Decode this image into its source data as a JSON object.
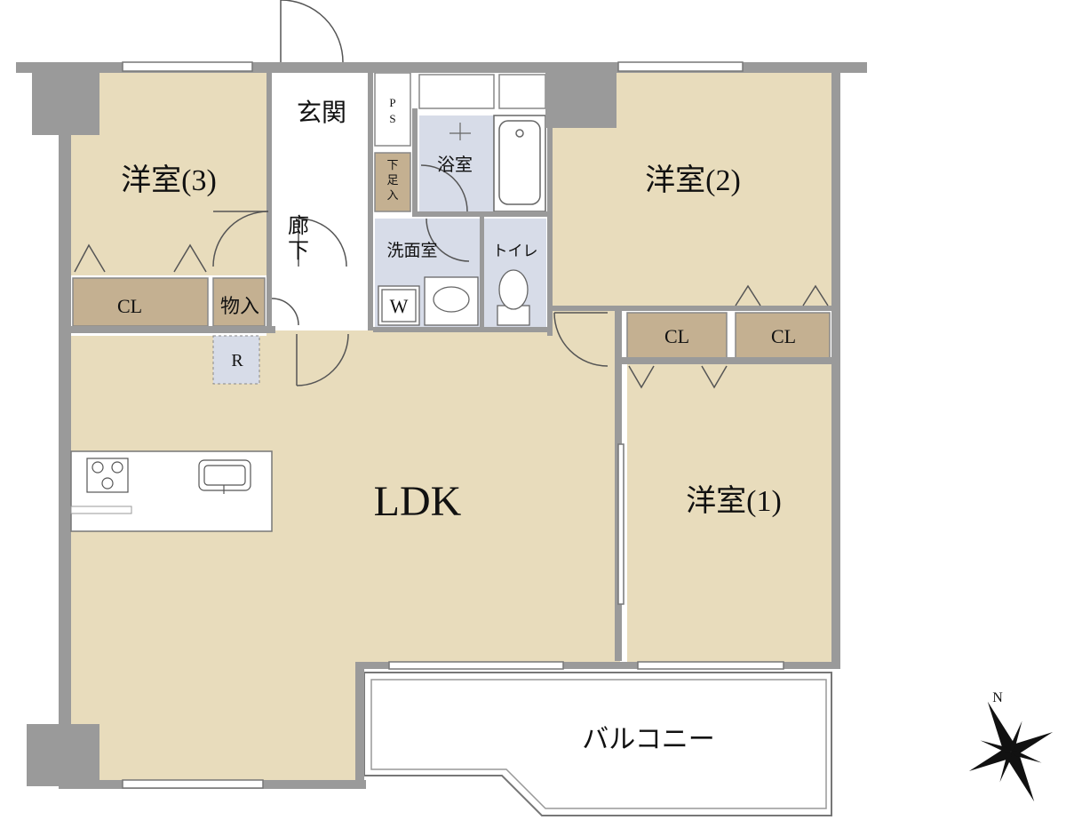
{
  "colors": {
    "room_fill": "#e8dcbc",
    "storage_fill": "#c4b091",
    "wet_fill": "#d7dce8",
    "wall": "#9a9a9a",
    "line": "#555555",
    "balcony_fill": "#ffffff"
  },
  "rooms": {
    "bedroom3": "洋室(3)",
    "bedroom2": "洋室(2)",
    "bedroom1": "洋室(1)",
    "ldk": "LDK",
    "entrance": "玄関",
    "hallway_line1": "廊",
    "hallway_line2": "下",
    "bathroom": "浴室",
    "washroom": "洗面室",
    "toilet": "トイレ",
    "balcony": "バルコニー"
  },
  "storage": {
    "cl_bedroom3": "CL",
    "cl_bedroom1": "CL",
    "cl_bedroom2": "CL",
    "storeroom": "物入",
    "shoebox_line1": "下",
    "shoebox_line2": "足",
    "shoebox_line3": "入",
    "ps_line1": "P",
    "ps_line2": "S",
    "fridge": "R",
    "washer": "W"
  },
  "compass": {
    "north": "N"
  }
}
